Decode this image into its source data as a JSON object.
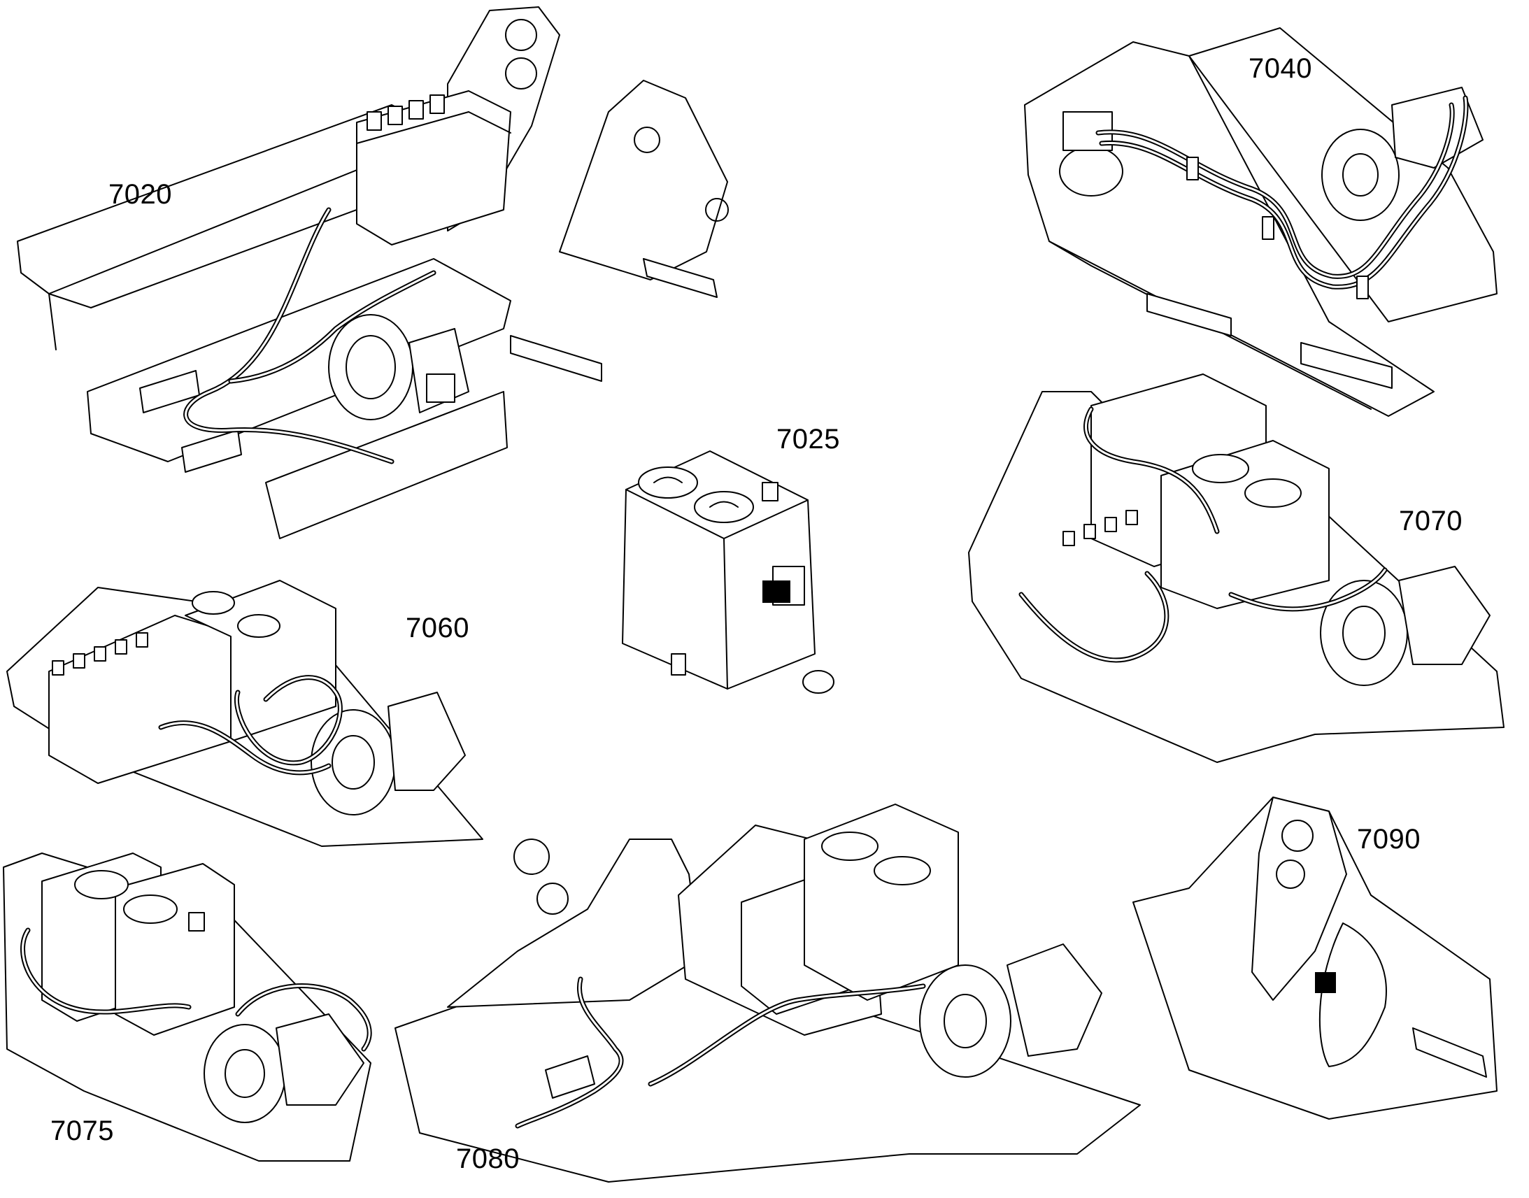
{
  "callouts": [
    {
      "id": "7020",
      "label": "7020"
    },
    {
      "id": "7025",
      "label": "7025"
    },
    {
      "id": "7040",
      "label": "7040"
    },
    {
      "id": "7060",
      "label": "7060"
    },
    {
      "id": "7070",
      "label": "7070"
    },
    {
      "id": "7075",
      "label": "7075"
    },
    {
      "id": "7080",
      "label": "7080"
    },
    {
      "id": "7090",
      "label": "7090"
    }
  ],
  "colors": {
    "line": "#000000",
    "background": "#ffffff"
  }
}
